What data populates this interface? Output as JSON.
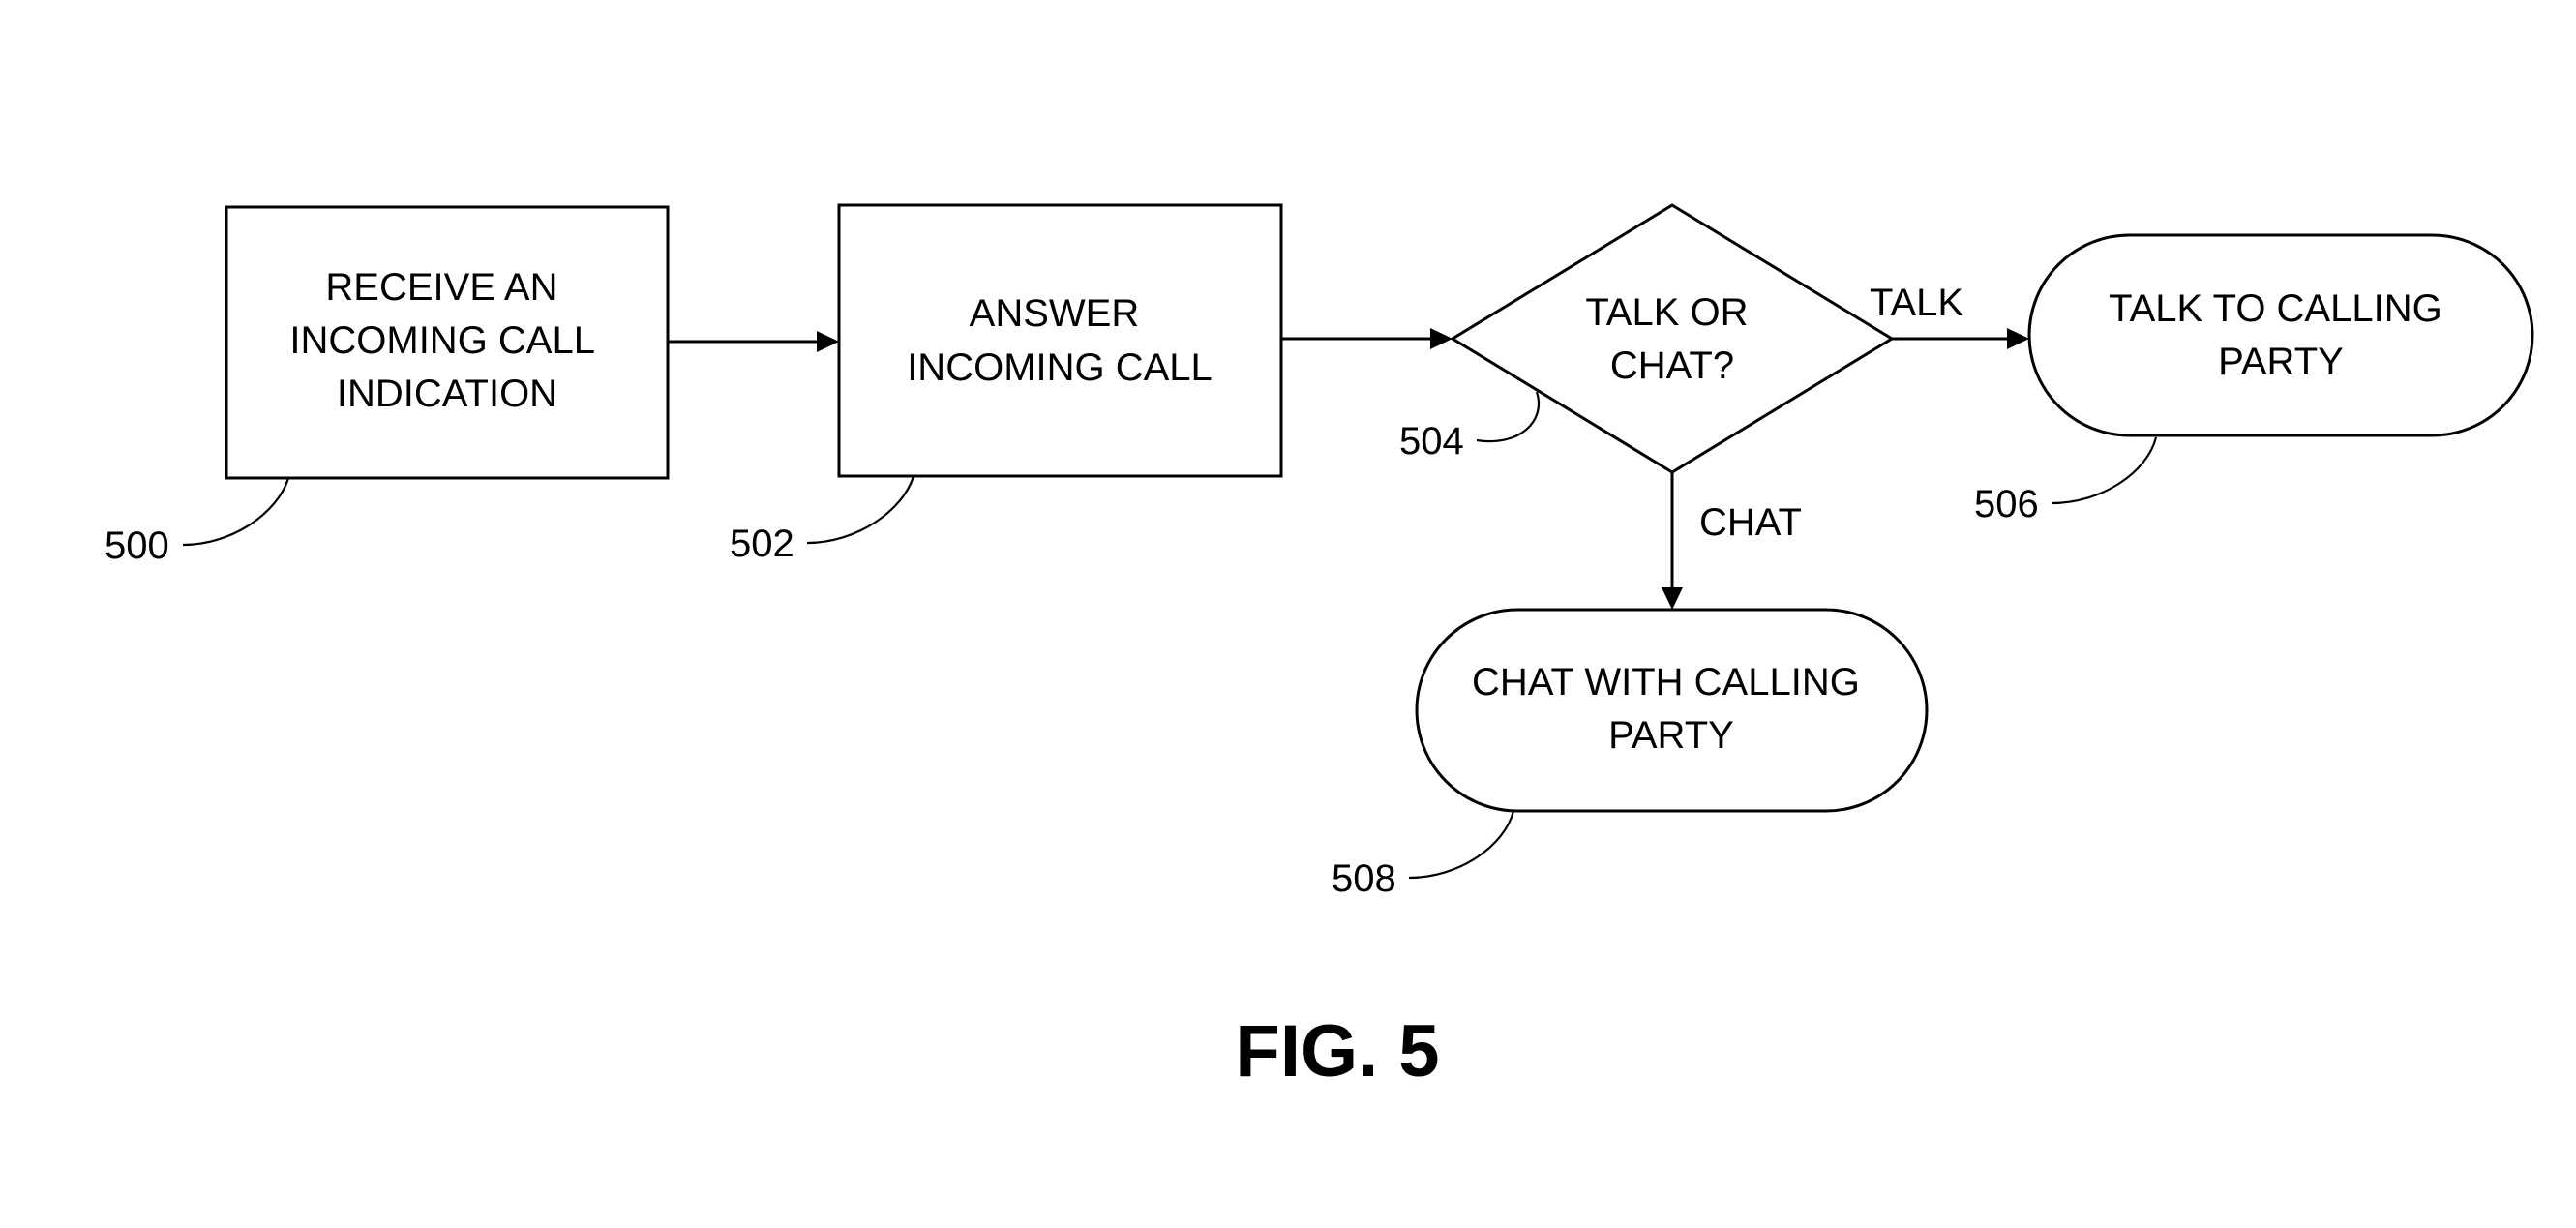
{
  "figure": {
    "caption": "FIG. 5"
  },
  "nodes": {
    "receive_call": {
      "ref": "500",
      "shape": "rectangle",
      "lines": [
        "RECEIVE AN",
        "INCOMING CALL",
        "INDICATION"
      ]
    },
    "answer_call": {
      "ref": "502",
      "shape": "rectangle",
      "lines": [
        "ANSWER",
        "INCOMING CALL"
      ]
    },
    "talk_or_chat": {
      "ref": "504",
      "shape": "diamond",
      "lines": [
        "TALK OR",
        "CHAT?"
      ]
    },
    "talk_to_party": {
      "ref": "506",
      "shape": "terminal",
      "lines": [
        "TALK TO CALLING",
        "PARTY"
      ]
    },
    "chat_with_party": {
      "ref": "508",
      "shape": "terminal",
      "lines": [
        "CHAT WITH CALLING",
        "PARTY"
      ]
    }
  },
  "edges": {
    "receive_to_answer": {
      "from": "500",
      "to": "502",
      "label": ""
    },
    "answer_to_decision": {
      "from": "502",
      "to": "504",
      "label": ""
    },
    "decision_to_talk": {
      "from": "504",
      "to": "506",
      "label": "TALK"
    },
    "decision_to_chat": {
      "from": "504",
      "to": "508",
      "label": "CHAT"
    }
  }
}
